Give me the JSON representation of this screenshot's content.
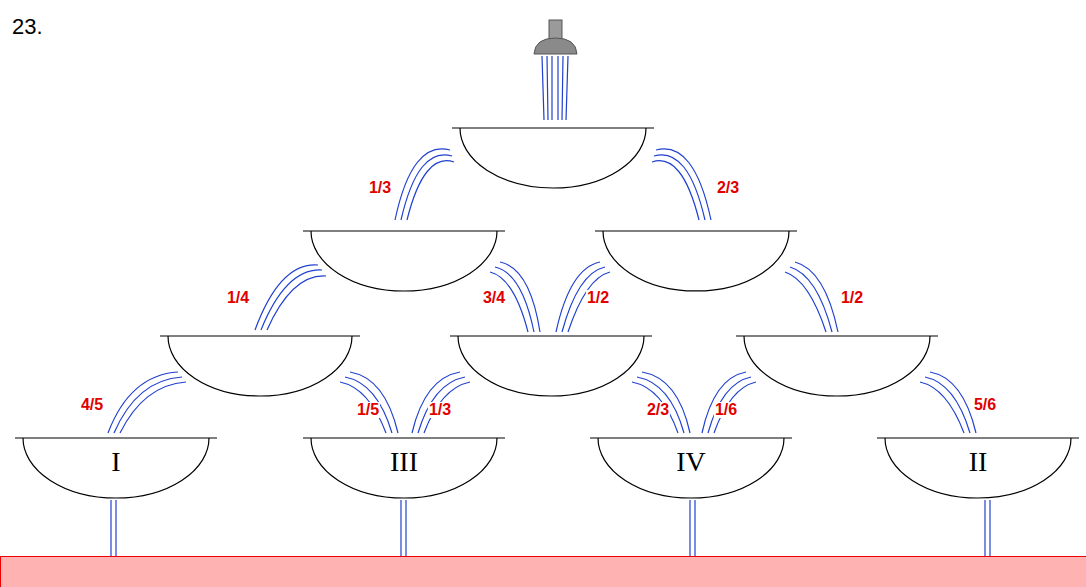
{
  "diagram": {
    "nodes": [
      {
        "text": [
          "I"
        ]
      },
      {
        "text": [
          "III"
        ]
      },
      {
        "text": [
          "IV"
        ]
      },
      {
        "text": [
          "II"
        ]
      }
    ],
    "labels": [
      "23.",
      "1/3",
      "2/3",
      "1/4",
      "3/4",
      "1/2",
      "1/2",
      "4/5",
      "1/5",
      "1/3",
      "2/3",
      "1/6",
      "5/6"
    ]
  }
}
